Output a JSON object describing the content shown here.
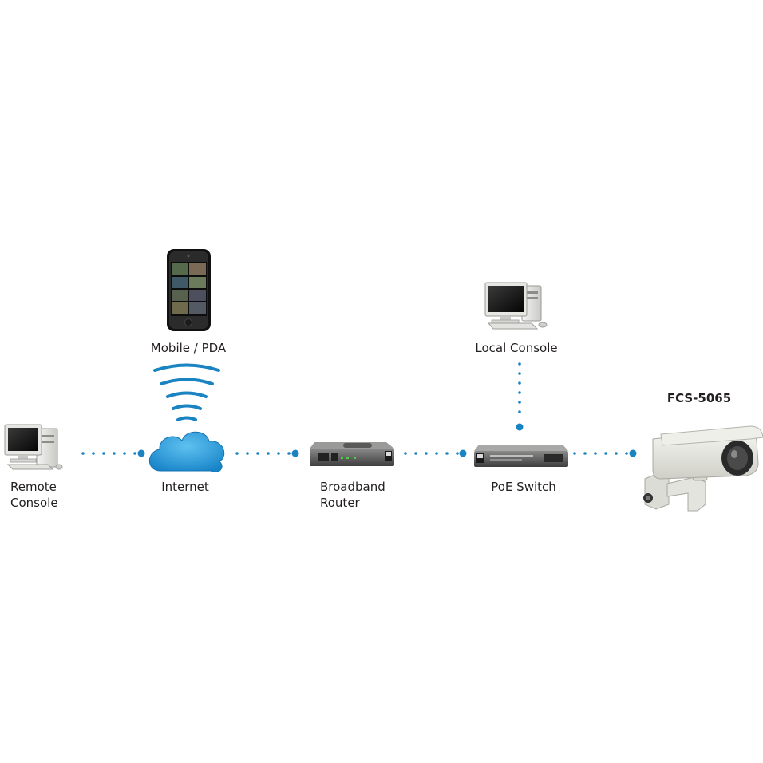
{
  "labels": {
    "mobile": "Mobile / PDA",
    "local_console": "Local Console",
    "camera_model": "FCS-5065",
    "remote_console_line1": "Remote",
    "remote_console_line2": "Console",
    "internet": "Internet",
    "router_line1": "Broadband",
    "router_line2": "Router",
    "poe_switch": "PoE Switch"
  },
  "colors": {
    "connector": "#1a84c3",
    "cloud": "#2a9ad8",
    "wifi": "#1a84c3"
  },
  "icons": [
    "desktop-computer-icon",
    "smartphone-icon",
    "wifi-icon",
    "cloud-icon",
    "router-icon",
    "switch-icon",
    "ip-camera-icon"
  ]
}
